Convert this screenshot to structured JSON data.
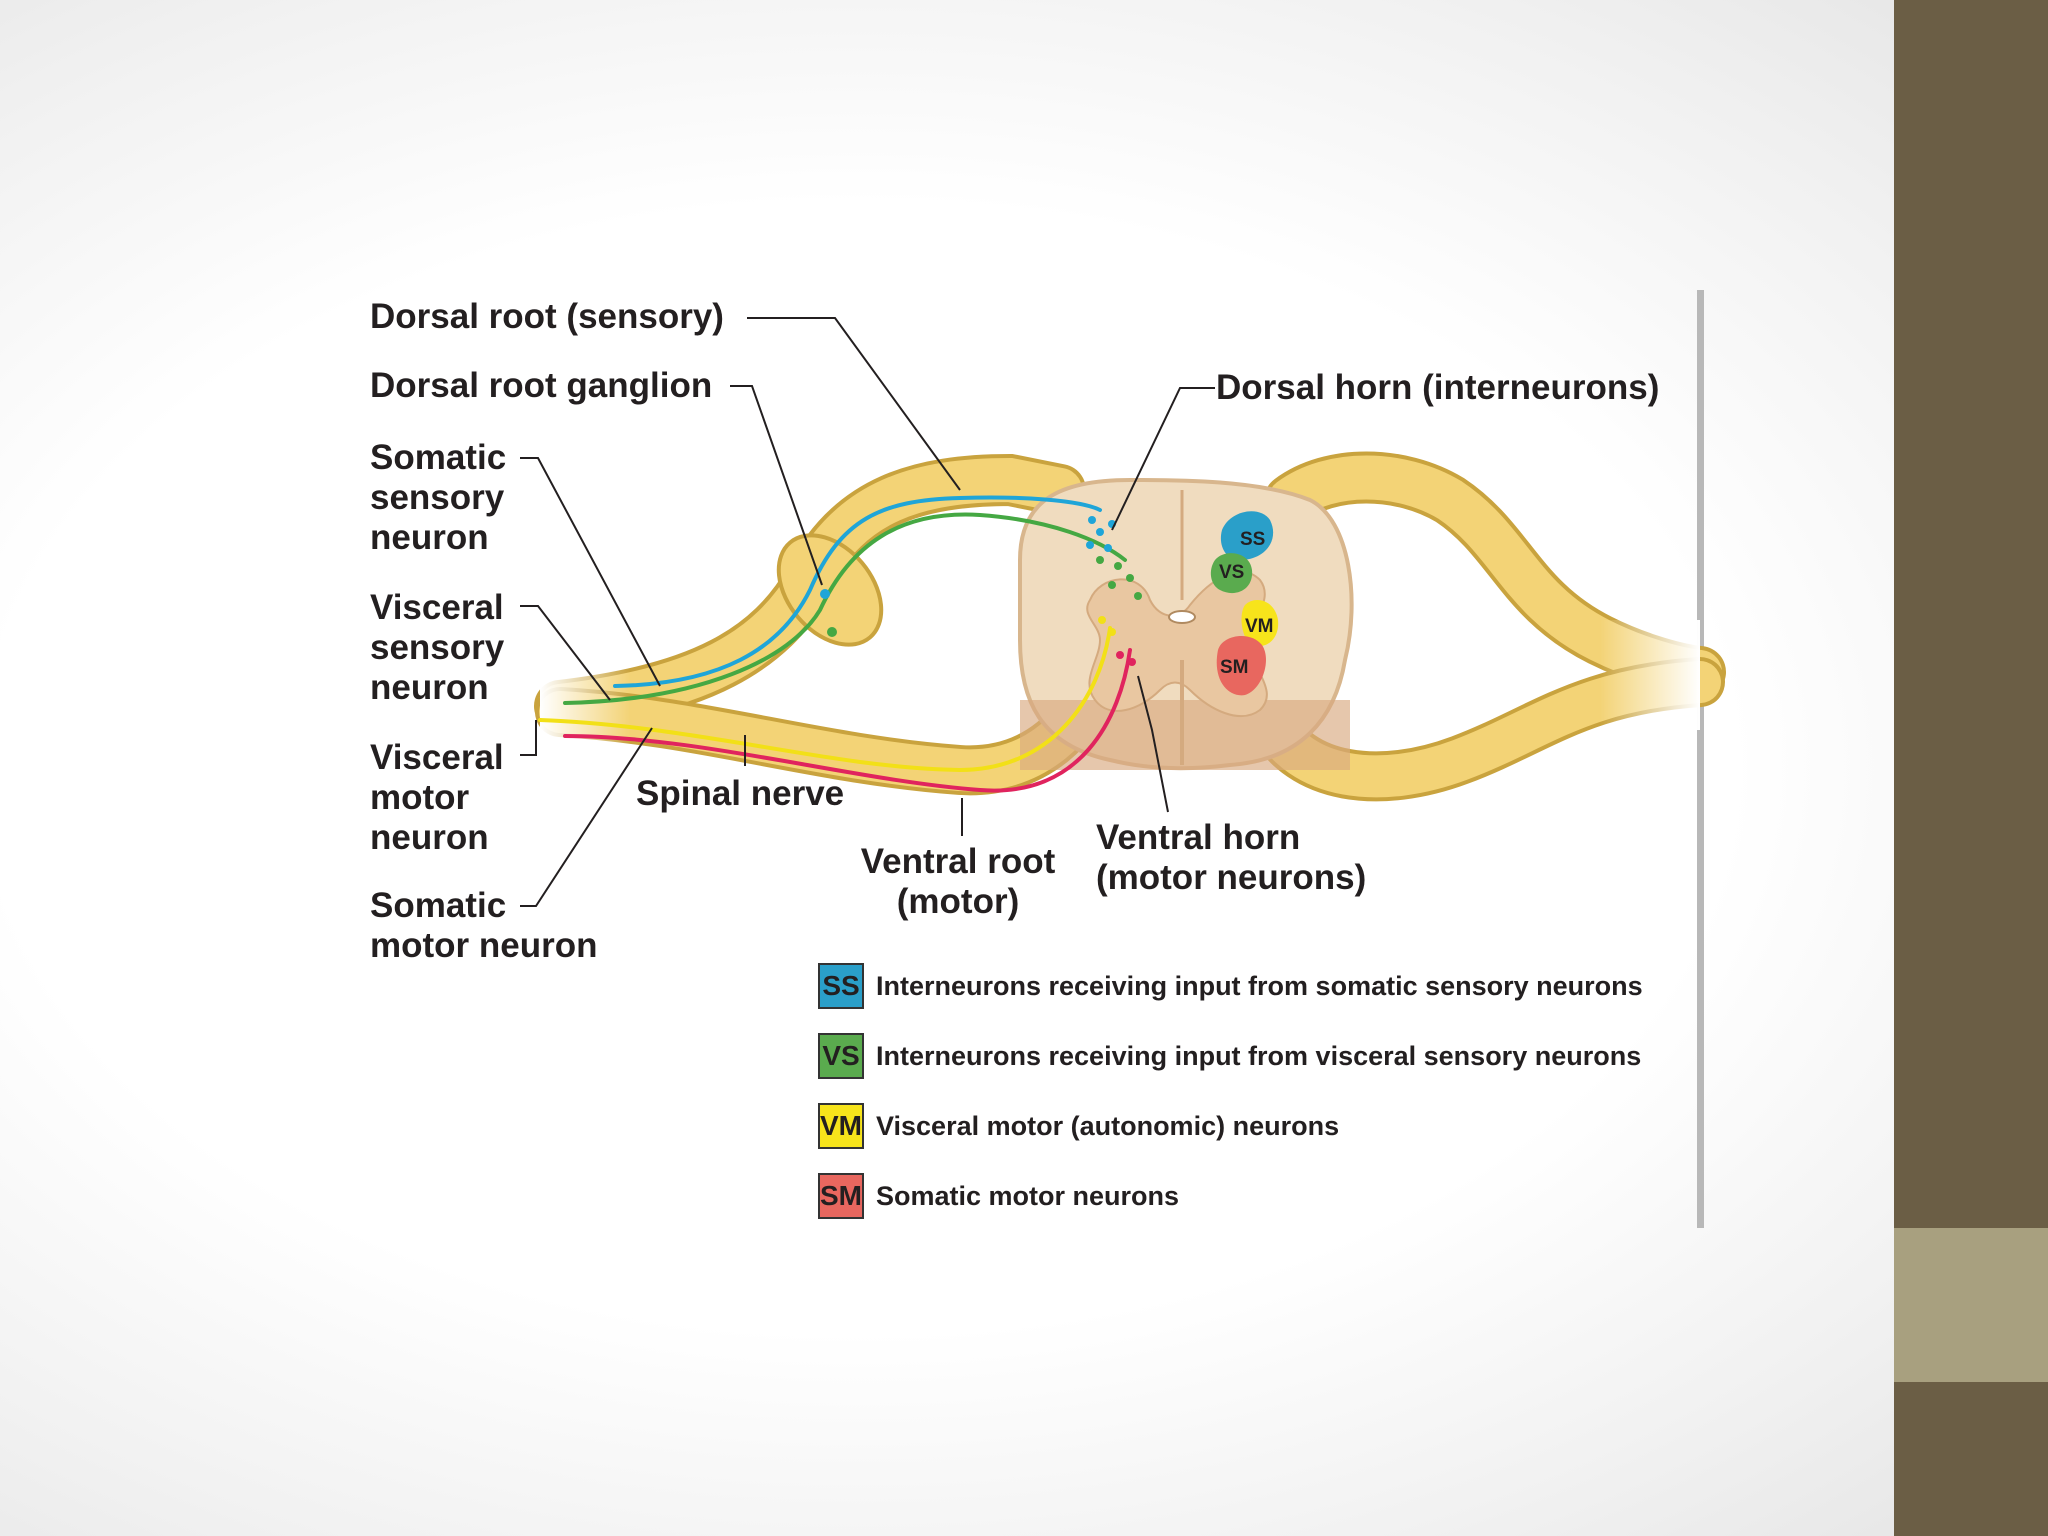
{
  "labels": {
    "dorsal_root": "Dorsal root (sensory)",
    "dorsal_root_ganglion": "Dorsal root ganglion",
    "somatic_sensory_neuron": "Somatic\nsensory\nneuron",
    "visceral_sensory_neuron": "Visceral\nsensory\nneuron",
    "visceral_motor_neuron": "Visceral\nmotor\nneuron",
    "somatic_motor_neuron": "Somatic\nmotor neuron",
    "spinal_nerve": "Spinal nerve",
    "ventral_root": "Ventral root\n(motor)",
    "ventral_horn": "Ventral horn\n(motor neurons)",
    "dorsal_horn": "Dorsal horn (interneurons)"
  },
  "zones": {
    "ss": "SS",
    "vs": "VS",
    "vm": "VM",
    "sm": "SM"
  },
  "legend": [
    {
      "abbr": "SS",
      "text": "Interneurons receiving input from somatic sensory neurons",
      "color": "#2a9fc9"
    },
    {
      "abbr": "VS",
      "text": "Interneurons receiving input from visceral sensory neurons",
      "color": "#5aab4e"
    },
    {
      "abbr": "VM",
      "text": "Visceral motor (autonomic) neurons",
      "color": "#f7e41b"
    },
    {
      "abbr": "SM",
      "text": "Somatic motor neurons",
      "color": "#e8675f"
    }
  ],
  "colors": {
    "somatic_sensory": "#1fa5d8",
    "visceral_sensory": "#45a843",
    "visceral_motor": "#f2e017",
    "somatic_motor": "#e0245e",
    "nerve": "#f2cf6a",
    "sidebar_dark": "#6b5e45",
    "sidebar_light": "#a8a07f"
  }
}
